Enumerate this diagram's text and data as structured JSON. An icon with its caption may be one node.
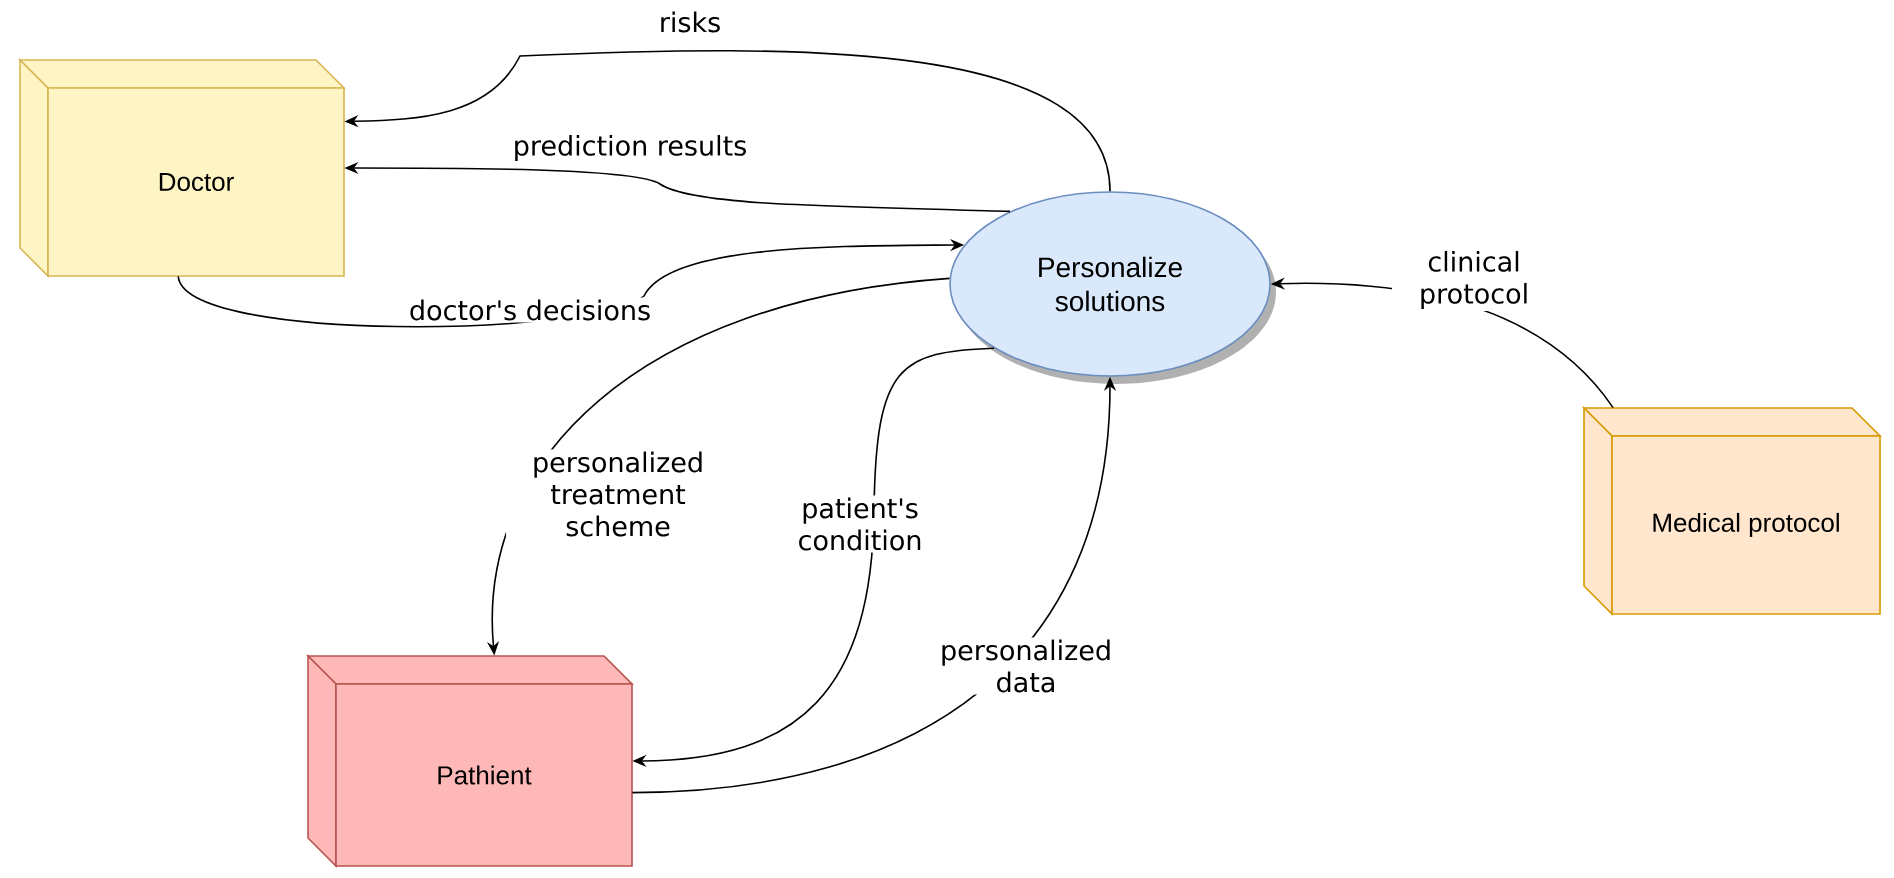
{
  "diagram": {
    "nodes": [
      {
        "text": [
          "Doctor"
        ]
      },
      {
        "text": [
          "Personalize solutions"
        ]
      },
      {
        "text": [
          "Pathient"
        ]
      },
      {
        "text": [
          "Medical protocol"
        ]
      }
    ],
    "edges": [
      {
        "from": 1,
        "to": 0,
        "arrow": "to",
        "label": "risks"
      },
      {
        "from": 1,
        "to": 0,
        "arrow": "to",
        "label": "prediction results"
      },
      {
        "from": 0,
        "to": 1,
        "arrow": "to",
        "label": "doctor's decisions"
      },
      {
        "from": 1,
        "to": 2,
        "arrow": "to",
        "label": "personalized treatment scheme"
      },
      {
        "from": 1,
        "to": 2,
        "arrow": "to",
        "label": "patient's condition"
      },
      {
        "from": 2,
        "to": 1,
        "arrow": "to",
        "label": "personalized data"
      },
      {
        "from": 3,
        "to": 1,
        "arrow": "to",
        "label": "clinical protocol"
      }
    ]
  }
}
